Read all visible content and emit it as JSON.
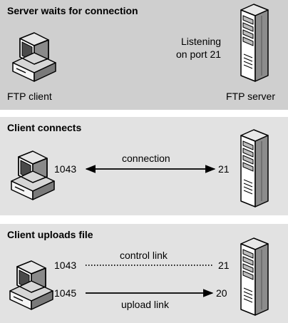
{
  "panel1": {
    "title": "Server waits for connection",
    "listening_line1": "Listening",
    "listening_line2": "on port 21",
    "client_label": "FTP client",
    "server_label": "FTP server"
  },
  "panel2": {
    "title": "Client connects",
    "client_port": "1043",
    "link_label": "connection",
    "server_port": "21"
  },
  "panel3": {
    "title": "Client uploads file",
    "control_client_port": "1043",
    "control_label": "control link",
    "control_server_port": "21",
    "upload_client_port": "1045",
    "upload_label": "upload link",
    "upload_server_port": "20"
  },
  "colors": {
    "panel_dark": "#cfcfcf",
    "panel_light": "#e2e2e2",
    "panel_divider": "#ffffff"
  },
  "icons": {
    "client": "computer-icon",
    "server": "server-tower-icon"
  }
}
